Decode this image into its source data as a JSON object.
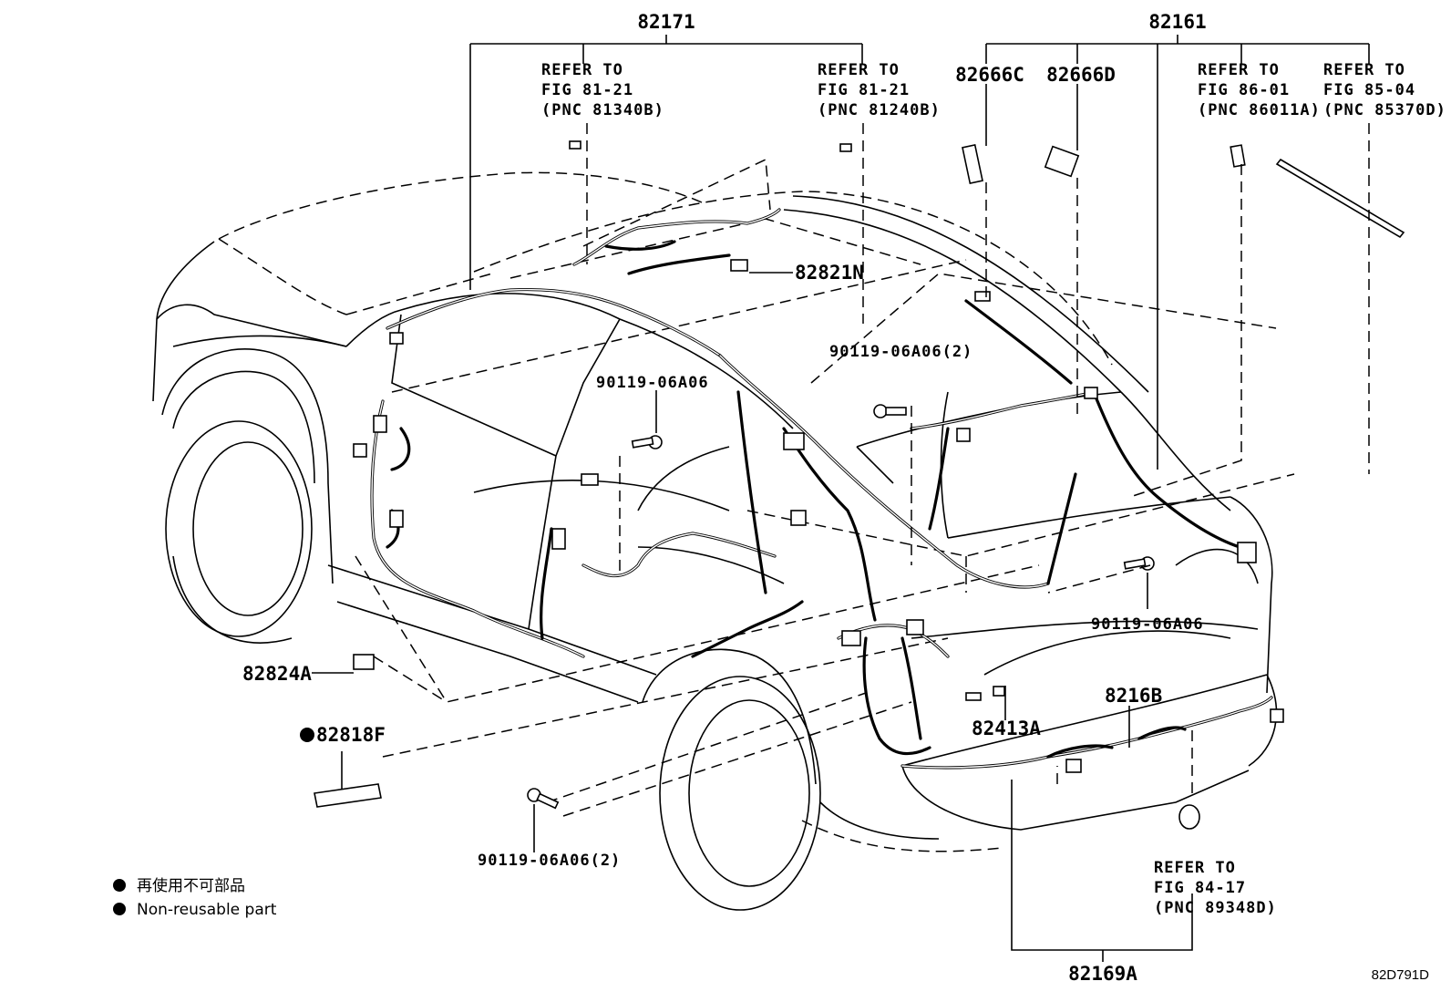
{
  "labels": {
    "p82171": "82171",
    "p82161": "82161",
    "p82666C": "82666C",
    "p82666D": "82666D",
    "p82821N": "82821N",
    "p82824A": "82824A",
    "p82818F": "82818F",
    "p82413A": "82413A",
    "p8216B": "8216B",
    "p82169A": "82169A",
    "bolt_center": "90119-06A06(2)",
    "bolt_left": "90119-06A06",
    "bolt_right": "90119-06A06",
    "bolt_bottom": "90119-06A06(2)"
  },
  "refs": {
    "r1": {
      "line1": "REFER TO",
      "line2": "FIG 81-21",
      "line3": "(PNC 81340B)"
    },
    "r2": {
      "line1": "REFER TO",
      "line2": "FIG 81-21",
      "line3": "(PNC 81240B)"
    },
    "r3": {
      "line1": "REFER TO",
      "line2": "FIG 86-01",
      "line3": "(PNC 86011A)"
    },
    "r4": {
      "line1": "REFER TO",
      "line2": "FIG 85-04",
      "line3": "(PNC 85370D)"
    },
    "r5": {
      "line1": "REFER TO",
      "line2": "FIG 84-17",
      "line3": "(PNC 89348D)"
    }
  },
  "legend": {
    "jp": "再使用不可部品",
    "en": "Non-reusable part"
  },
  "diagram_code": "82D791D"
}
